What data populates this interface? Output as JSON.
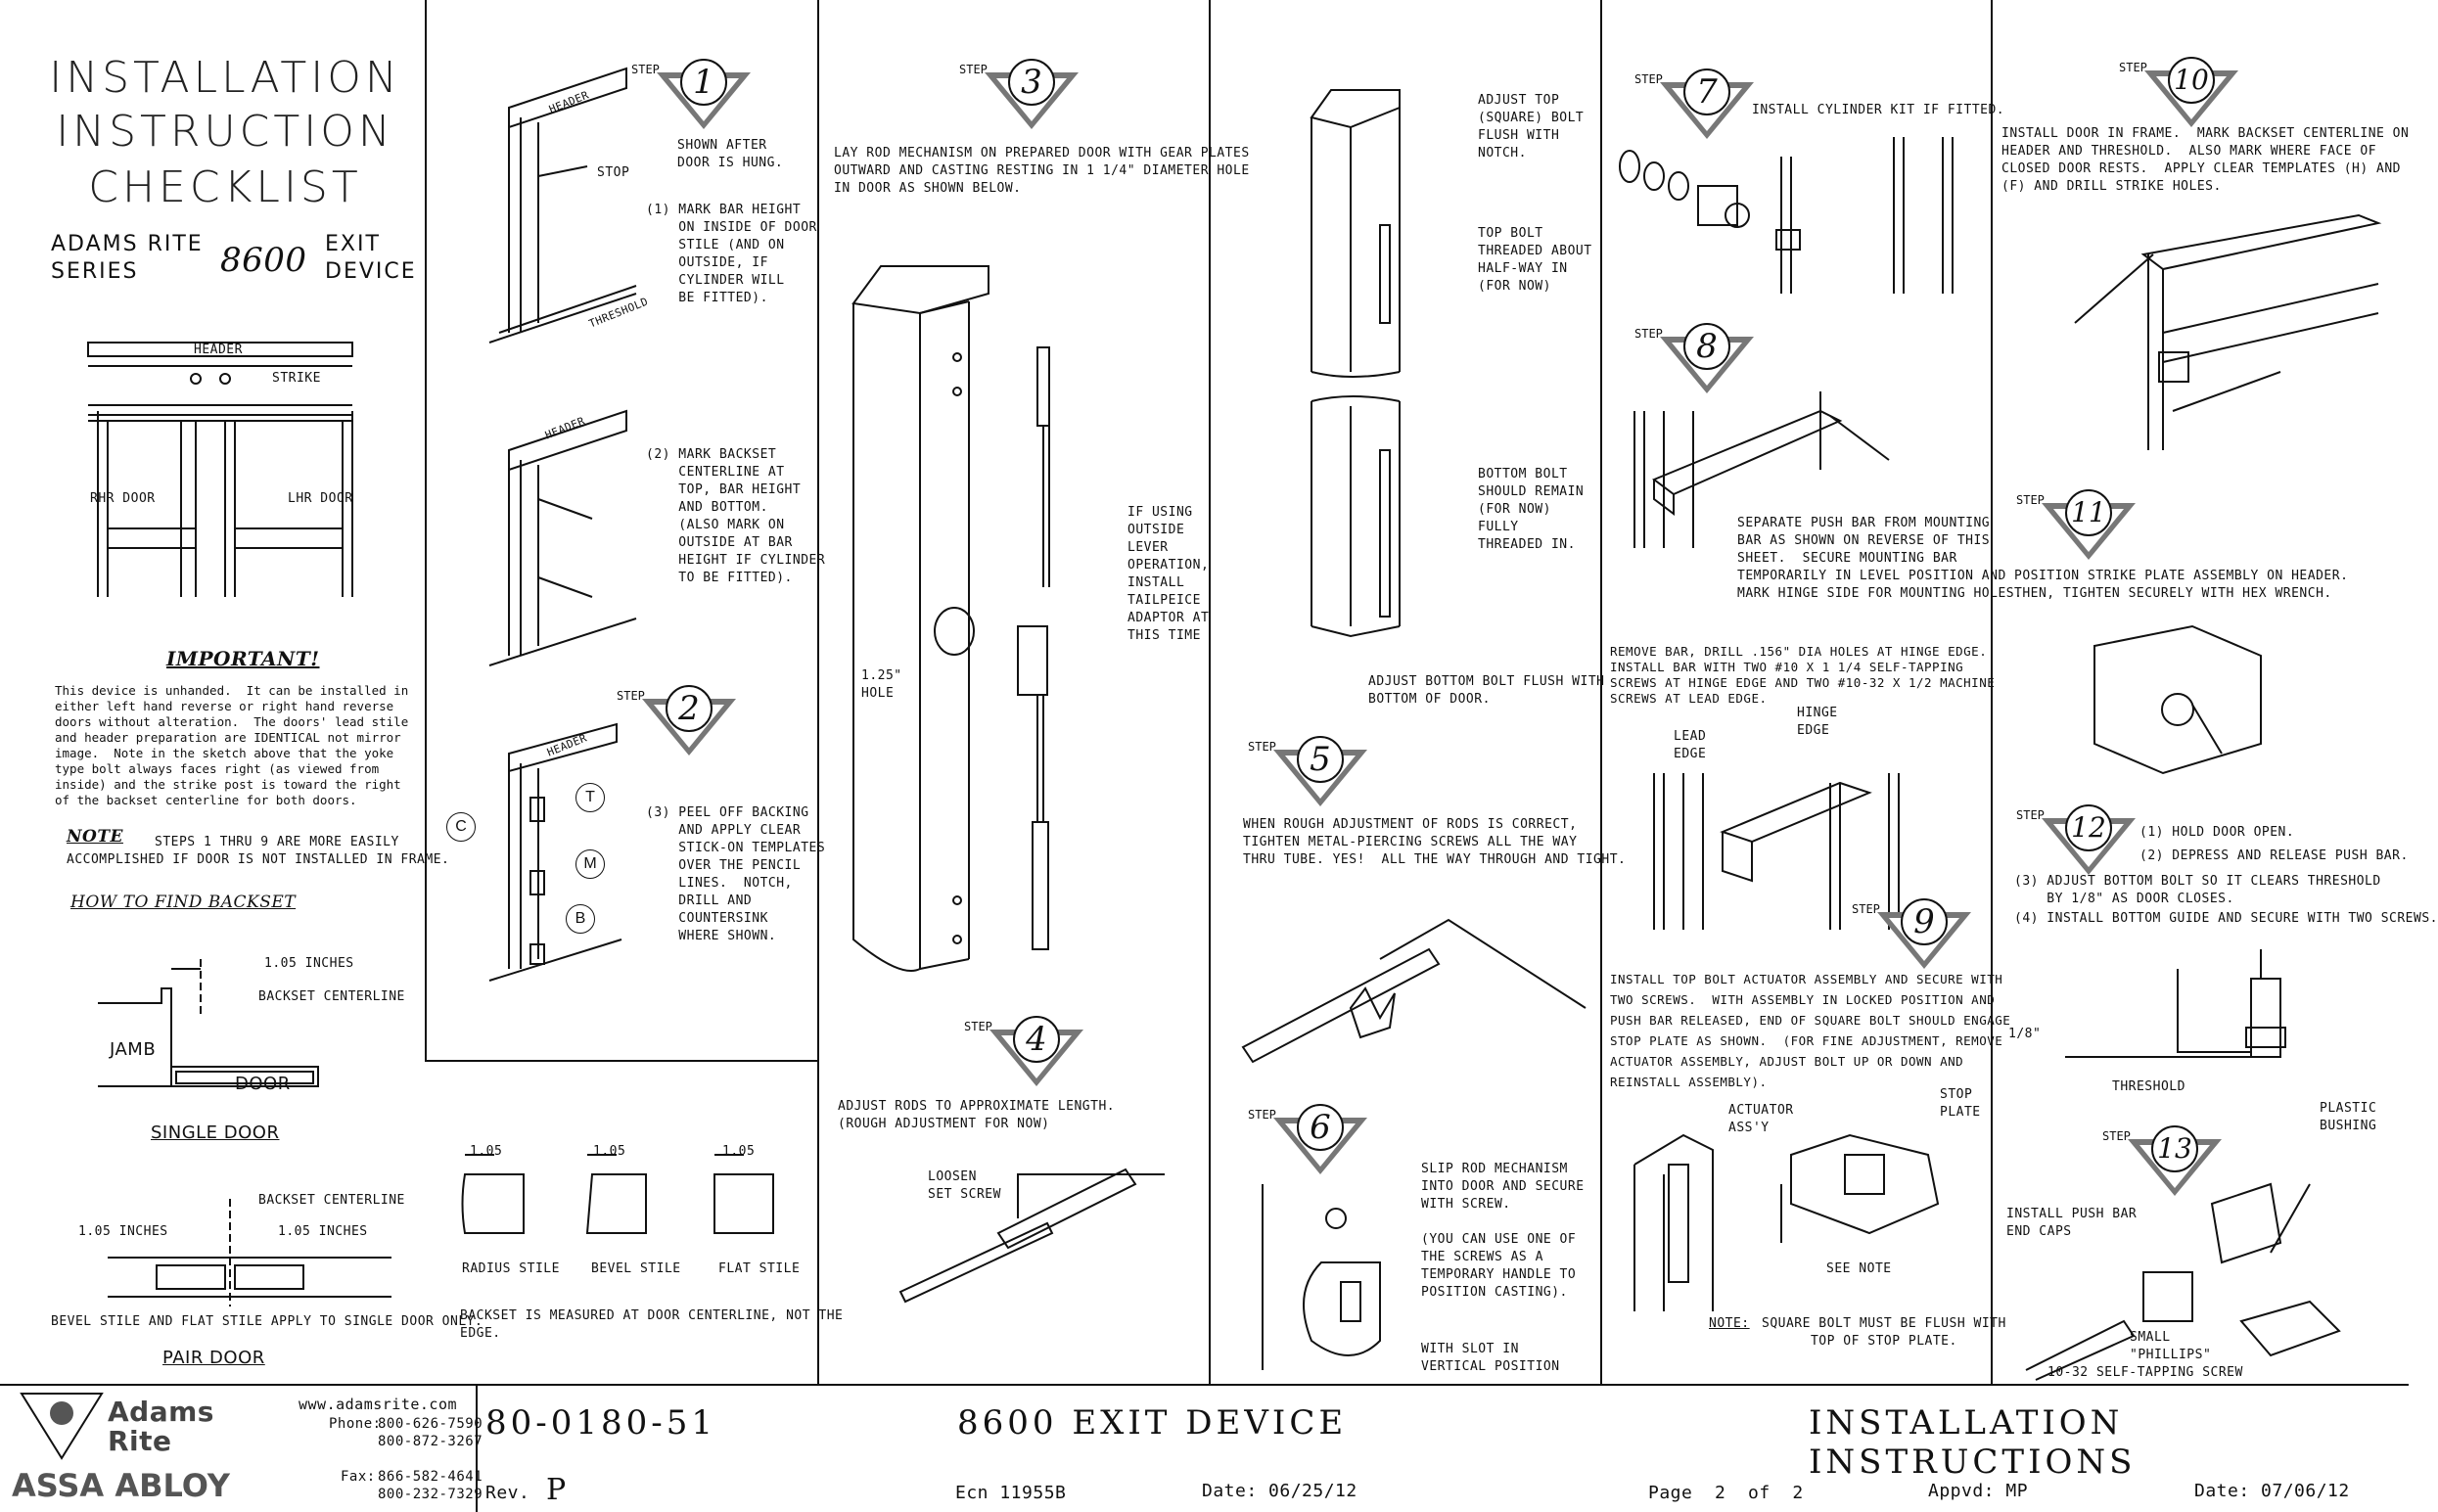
{
  "title": {
    "line1": "INSTALLATION",
    "line2": "INSTRUCTION",
    "line3": "CHECKLIST",
    "brand": "ADAMS RITE\nSERIES",
    "model": "8600",
    "device": "EXIT\nDEVICE"
  },
  "diagram_top": {
    "header": "HEADER",
    "strike": "STRIKE",
    "rhr": "RHR DOOR",
    "lhr": "LHR DOOR"
  },
  "important": {
    "heading": "IMPORTANT!",
    "body": "This device is unhanded.  It can be installed in\neither left hand reverse or right hand reverse\ndoors without alteration.  The doors' lead stile\nand header preparation are IDENTICAL not mirror\nimage.  Note in the sketch above that the yoke\ntype bolt always faces right (as viewed from\ninside) and the strike post is toward the right\nof the backset centerline for both doors."
  },
  "note": {
    "heading": "NOTE",
    "body": "STEPS 1 THRU 9 ARE MORE EASILY\nACCOMPLISHED IF DOOR IS NOT INSTALLED IN FRAME."
  },
  "backset": {
    "heading": "HOW TO FIND BACKSET",
    "inches": "1.05 INCHES",
    "centerline": "BACKSET CENTERLINE",
    "jamb": "JAMB",
    "door": "DOOR",
    "single": "SINGLE DOOR",
    "pair": "PAIR DOOR",
    "pair_centerline": "BACKSET CENTERLINE",
    "pair_in_left": "1.05 INCHES",
    "pair_in_right": "1.05 INCHES",
    "bevel_note": "BEVEL STILE AND FLAT STILE APPLY TO SINGLE DOOR ONLY."
  },
  "stiles": {
    "dim": "1.05",
    "radius": "RADIUS STILE",
    "bevel": "BEVEL STILE",
    "flat": "FLAT STILE",
    "note": "BACKSET IS MEASURED AT DOOR CENTERLINE, NOT THE\nEDGE."
  },
  "steps": {
    "word": "STEP",
    "s1": {
      "num": "1",
      "shown": "SHOWN AFTER\nDOOR IS HUNG.",
      "text": "(1) MARK BAR HEIGHT\n    ON INSIDE OF DOOR\n    STILE (AND ON\n    OUTSIDE, IF\n    CYLINDER WILL\n    BE FITTED).",
      "header": "HEADER",
      "stop": "STOP",
      "threshold": "THRESHOLD"
    },
    "s1b": {
      "text": "(2) MARK BACKSET\n    CENTERLINE AT\n    TOP, BAR HEIGHT\n    AND BOTTOM.\n    (ALSO MARK ON\n    OUTSIDE AT BAR\n    HEIGHT IF CYLINDER\n    TO BE FITTED).",
      "header": "HEADER"
    },
    "s2": {
      "num": "2",
      "text": "(3) PEEL OFF BACKING\n    AND APPLY CLEAR\n    STICK-ON TEMPLATES\n    OVER THE PENCIL\n    LINES.  NOTCH,\n    DRILL AND\n    COUNTERSINK\n    WHERE SHOWN.",
      "header": "HEADER",
      "c": "C",
      "t": "T",
      "m": "M",
      "b": "B"
    },
    "s3": {
      "num": "3",
      "text": "LAY ROD MECHANISM ON PREPARED DOOR WITH GEAR PLATES\nOUTWARD AND CASTING RESTING IN 1 1/4\" DIAMETER HOLE\nIN DOOR AS SHOWN BELOW.",
      "hole": "1.25\"\nHOLE",
      "outside": "IF USING\nOUTSIDE\nLEVER\nOPERATION,\nINSTALL\nTAILPEICE\nADAPTOR AT\nTHIS TIME"
    },
    "s4": {
      "num": "4",
      "text": "ADJUST RODS TO APPROXIMATE LENGTH.\n(ROUGH ADJUSTMENT FOR NOW)",
      "loosen": "LOOSEN\nSET SCREW"
    },
    "s4b": {
      "top": "ADJUST TOP\n(SQUARE) BOLT\nFLUSH WITH\nNOTCH.",
      "topbolt": "TOP BOLT\nTHREADED ABOUT\nHALF-WAY IN\n(FOR NOW)",
      "bottom": "BOTTOM BOLT\nSHOULD REMAIN\n(FOR NOW)\nFULLY\nTHREADED IN.",
      "adjust": "ADJUST BOTTOM BOLT FLUSH WITH\nBOTTOM OF DOOR."
    },
    "s5": {
      "num": "5",
      "text": "WHEN ROUGH ADJUSTMENT OF RODS IS CORRECT,\nTIGHTEN METAL-PIERCING SCREWS ALL THE WAY\nTHRU TUBE. YES!  ALL THE WAY THROUGH AND TIGHT."
    },
    "s6": {
      "num": "6",
      "text": "SLIP ROD MECHANISM\nINTO DOOR AND SECURE\nWITH SCREW.",
      "note": "(YOU CAN USE ONE OF\nTHE SCREWS AS A\nTEMPORARY HANDLE TO\nPOSITION CASTING).",
      "slot": "WITH SLOT IN\nVERTICAL POSITION"
    },
    "s7": {
      "num": "7",
      "text": "INSTALL CYLINDER KIT IF FITTED."
    },
    "s8": {
      "num": "8",
      "text": "SEPARATE PUSH BAR FROM MOUNTING\nBAR AS SHOWN ON REVERSE OF THIS\nSHEET.  SECURE MOUNTING BAR\nTEMPORARILY IN LEVEL POSITION AND\nMARK HINGE SIDE FOR MOUNTING HOLES.",
      "remove": "REMOVE BAR, DRILL .156\" DIA HOLES AT HINGE EDGE.\nINSTALL BAR WITH TWO #10 X 1 1/4 SELF-TAPPING\nSCREWS AT HINGE EDGE AND TWO #10-32 X 1/2 MACHINE\nSCREWS AT LEAD EDGE.",
      "lead": "LEAD\nEDGE",
      "hinge": "HINGE\nEDGE"
    },
    "s9": {
      "num": "9",
      "text": "INSTALL TOP BOLT ACTUATOR ASSEMBLY AND SECURE WITH\nTWO SCREWS.  WITH ASSEMBLY IN LOCKED POSITION AND\nPUSH BAR RELEASED, END OF SQUARE BOLT SHOULD ENGAGE\nSTOP PLATE AS SHOWN.  (FOR FINE ADJUSTMENT, REMOVE\nACTUATOR ASSEMBLY, ADJUST BOLT UP OR DOWN AND\nREINSTALL ASSEMBLY).",
      "actuator": "ACTUATOR\nASS'Y",
      "stop": "STOP\nPLATE",
      "see": "SEE NOTE",
      "note_label": "NOTE:",
      "note": "SQUARE BOLT MUST BE FLUSH WITH\n      TOP OF STOP PLATE."
    },
    "s10": {
      "num": "10",
      "text": "INSTALL DOOR IN FRAME.  MARK BACKSET CENTERLINE ON\nHEADER AND THRESHOLD.  ALSO MARK WHERE FACE OF\nCLOSED DOOR RESTS.  APPLY CLEAR TEMPLATES (H) AND\n(F) AND DRILL STRIKE HOLES."
    },
    "s11": {
      "num": "11",
      "text": "POSITION STRIKE PLATE ASSEMBLY ON HEADER.\nTHEN, TIGHTEN SECURELY WITH HEX WRENCH."
    },
    "s12": {
      "num": "12",
      "a": "(1) HOLD DOOR OPEN.",
      "b": "(2) DEPRESS AND RELEASE PUSH BAR.",
      "c": "(3) ADJUST BOTTOM BOLT SO IT CLEARS THRESHOLD\n    BY 1/8\" AS DOOR CLOSES.",
      "d": "(4) INSTALL BOTTOM GUIDE AND SECURE WITH TWO SCREWS.",
      "eighth": "1/8\"",
      "threshold": "THRESHOLD",
      "bushing": "PLASTIC\nBUSHING"
    },
    "s13": {
      "num": "13",
      "text": "INSTALL PUSH BAR\nEND CAPS",
      "phillips": "SMALL\n\"PHILLIPS\"",
      "screw": "10-32 SELF-TAPPING SCREW"
    }
  },
  "title_block": {
    "logo_line1": "Adams",
    "logo_line2": "Rite",
    "assa": "ASSA ABLOY",
    "web": "www.adamsrite.com",
    "phone_label": "Phone:",
    "phone1": "800-626-7590",
    "phone2": "800-872-3267",
    "fax_label": "Fax:",
    "fax1": "866-582-4641",
    "fax2": "800-232-7329",
    "part": "80-0180-51",
    "rev_label": "Rev.",
    "rev": "P",
    "product": "8600 EXIT DEVICE",
    "ecn": "Ecn 11955B",
    "date1": "Date: 06/25/12",
    "section": "INSTALLATION INSTRUCTIONS",
    "page": "Page  2  of  2",
    "appvd": "Appvd: MP",
    "date2": "Date: 07/06/12"
  }
}
